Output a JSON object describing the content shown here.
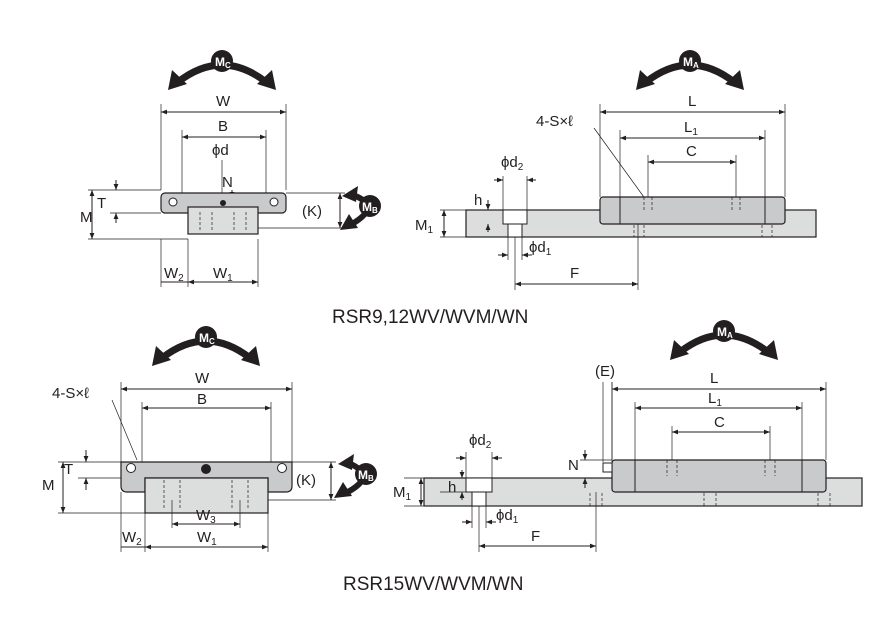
{
  "captions": {
    "top": "RSR9,12WV/WVM/WN",
    "bottom": "RSR15WV/WVM/WN"
  },
  "moments": {
    "mc": {
      "main": "M",
      "sub": "C"
    },
    "mb": {
      "main": "M",
      "sub": "B"
    },
    "ma": {
      "main": "M",
      "sub": "A"
    }
  },
  "top_front": {
    "W": "W",
    "B": "B",
    "phi_d": "ϕd",
    "N": "N",
    "M": "M",
    "T": "T",
    "K": "(K)",
    "W2": {
      "main": "W",
      "sub": "2"
    },
    "W1": {
      "main": "W",
      "sub": "1"
    }
  },
  "top_side": {
    "L": "L",
    "L1": {
      "main": "L",
      "sub": "1"
    },
    "S": "4-S×ℓ",
    "C": "C",
    "phi_d2": {
      "main": "ϕd",
      "sub": "2"
    },
    "h": "h",
    "M1": {
      "main": "M",
      "sub": "1"
    },
    "phi_d1": {
      "main": "ϕd",
      "sub": "1"
    },
    "F": "F"
  },
  "bottom_front": {
    "W": "W",
    "B": "B",
    "S": "4-S×ℓ",
    "T": "T",
    "M": "M",
    "K": "(K)",
    "W3": {
      "main": "W",
      "sub": "3"
    },
    "W2": {
      "main": "W",
      "sub": "2"
    },
    "W1": {
      "main": "W",
      "sub": "1"
    }
  },
  "bottom_side": {
    "E": "(E)",
    "L": "L",
    "L1": {
      "main": "L",
      "sub": "1"
    },
    "C": "C",
    "phi_d2": {
      "main": "ϕd",
      "sub": "2"
    },
    "N": "N",
    "M1": {
      "main": "M",
      "sub": "1"
    },
    "h": "h",
    "phi_d1": {
      "main": "ϕd",
      "sub": "1"
    },
    "F": "F"
  }
}
